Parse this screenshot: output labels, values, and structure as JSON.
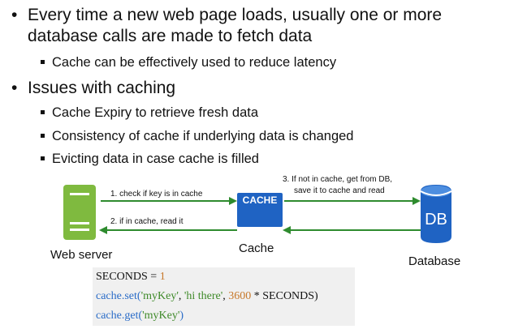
{
  "bullets": [
    {
      "text": "Every time a new web page loads, usually one or more database calls are made to fetch data",
      "line1": "Every time a new web page loads, usually one or more",
      "line2": "database calls are made to fetch data",
      "sub": [
        "Cache can be effectively used to reduce latency"
      ]
    },
    {
      "text": "Issues with caching",
      "sub": [
        "Cache Expiry to retrieve fresh data",
        "Consistency of cache if underlying data is changed",
        "Evicting data in case cache is filled"
      ]
    }
  ],
  "bullet_glyph": "•",
  "diagram": {
    "webserver_label": "Web server",
    "cache_label": "Cache",
    "cache_box_text": "CACHE",
    "db_label": "Database",
    "db_icon_text": "DB",
    "step1": "1. check if key is in cache",
    "step2": "2. if in cache, read it",
    "step3_line1": "3. If not in cache, get from DB,",
    "step3_line2": "save it to cache and read",
    "colors": {
      "server": "#7fba3f",
      "cache": "#1f63c3",
      "db": "#1f63c3",
      "arrow": "#2e8b2e"
    }
  },
  "code": {
    "line1": {
      "a": "SECONDS = ",
      "b": "1"
    },
    "line2": {
      "fn": "cache.set(",
      "s1": "'myKey'",
      "sep1": ", ",
      "s2": "'hi there'",
      "sep2": ", ",
      "n": "3600",
      "rest": " * SECONDS)"
    },
    "line3": {
      "fn": "cache.get(",
      "s1": "'myKey'",
      "end": ")"
    }
  }
}
